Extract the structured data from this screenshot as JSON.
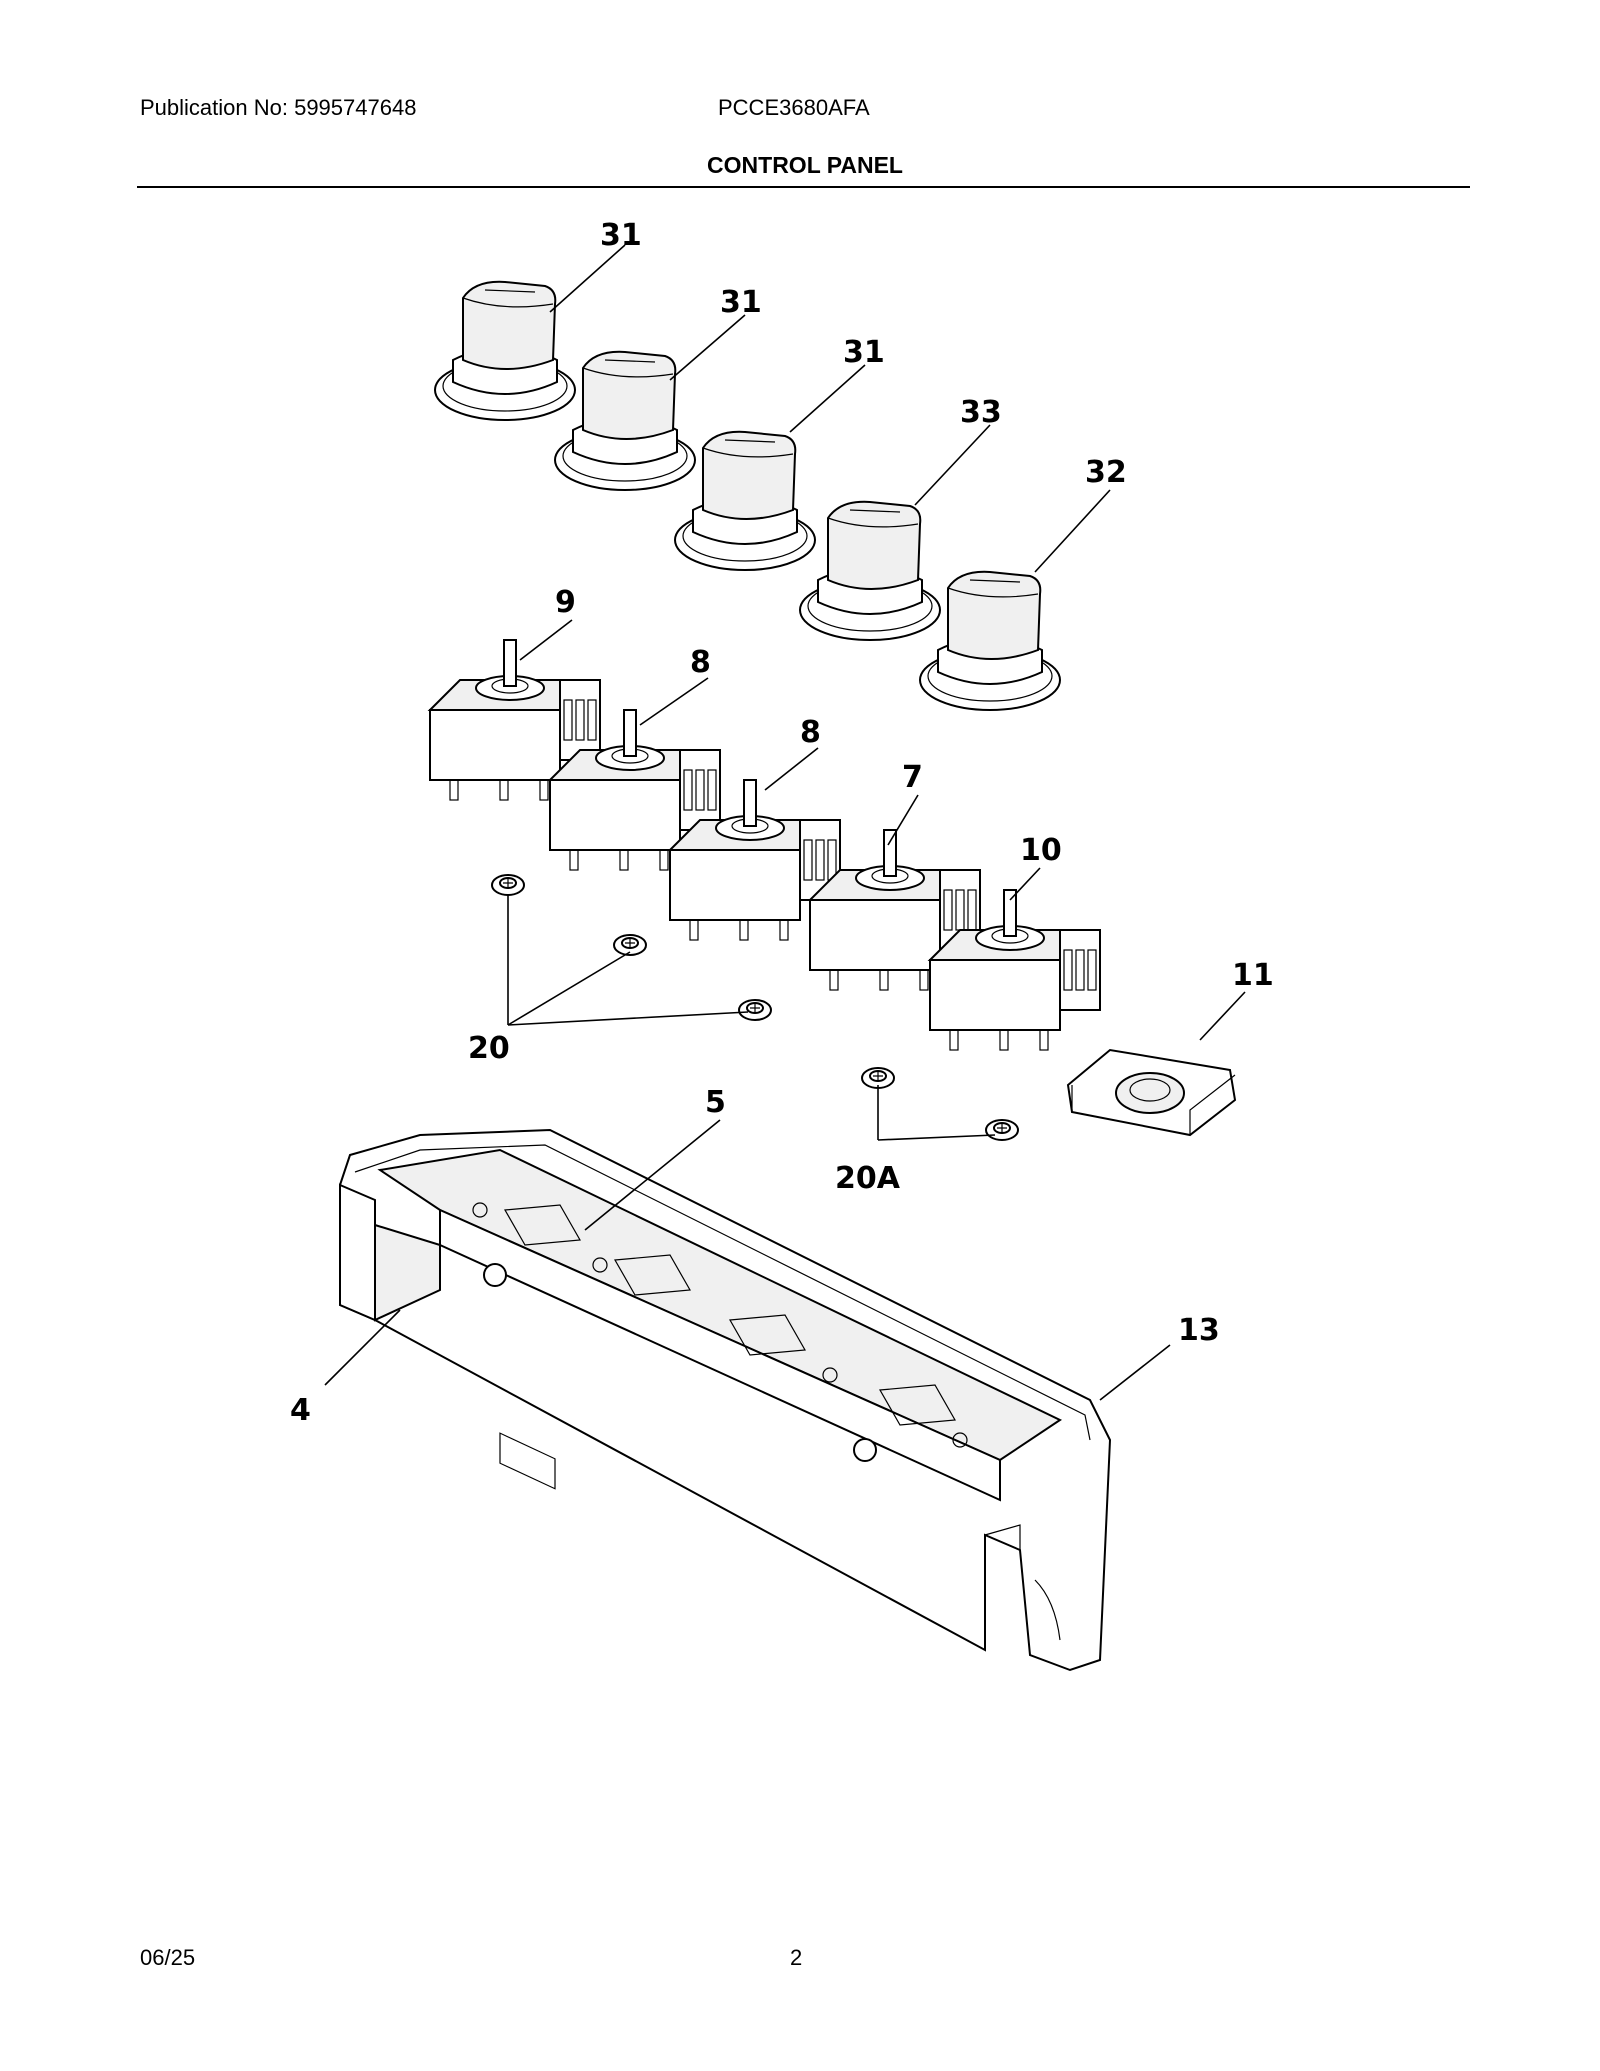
{
  "header": {
    "publication": "Publication No: 5995747648",
    "model": "PCCE3680AFA",
    "section_title": "CONTROL PANEL"
  },
  "footer": {
    "date": "06/25",
    "page": "2"
  },
  "callouts": {
    "c31a": "31",
    "c31b": "31",
    "c31c": "31",
    "c33": "33",
    "c32": "32",
    "c9": "9",
    "c8a": "8",
    "c8b": "8",
    "c7": "7",
    "c10": "10",
    "c11": "11",
    "c20": "20",
    "c20a": "20A",
    "c5": "5",
    "c13": "13",
    "c4": "4"
  }
}
